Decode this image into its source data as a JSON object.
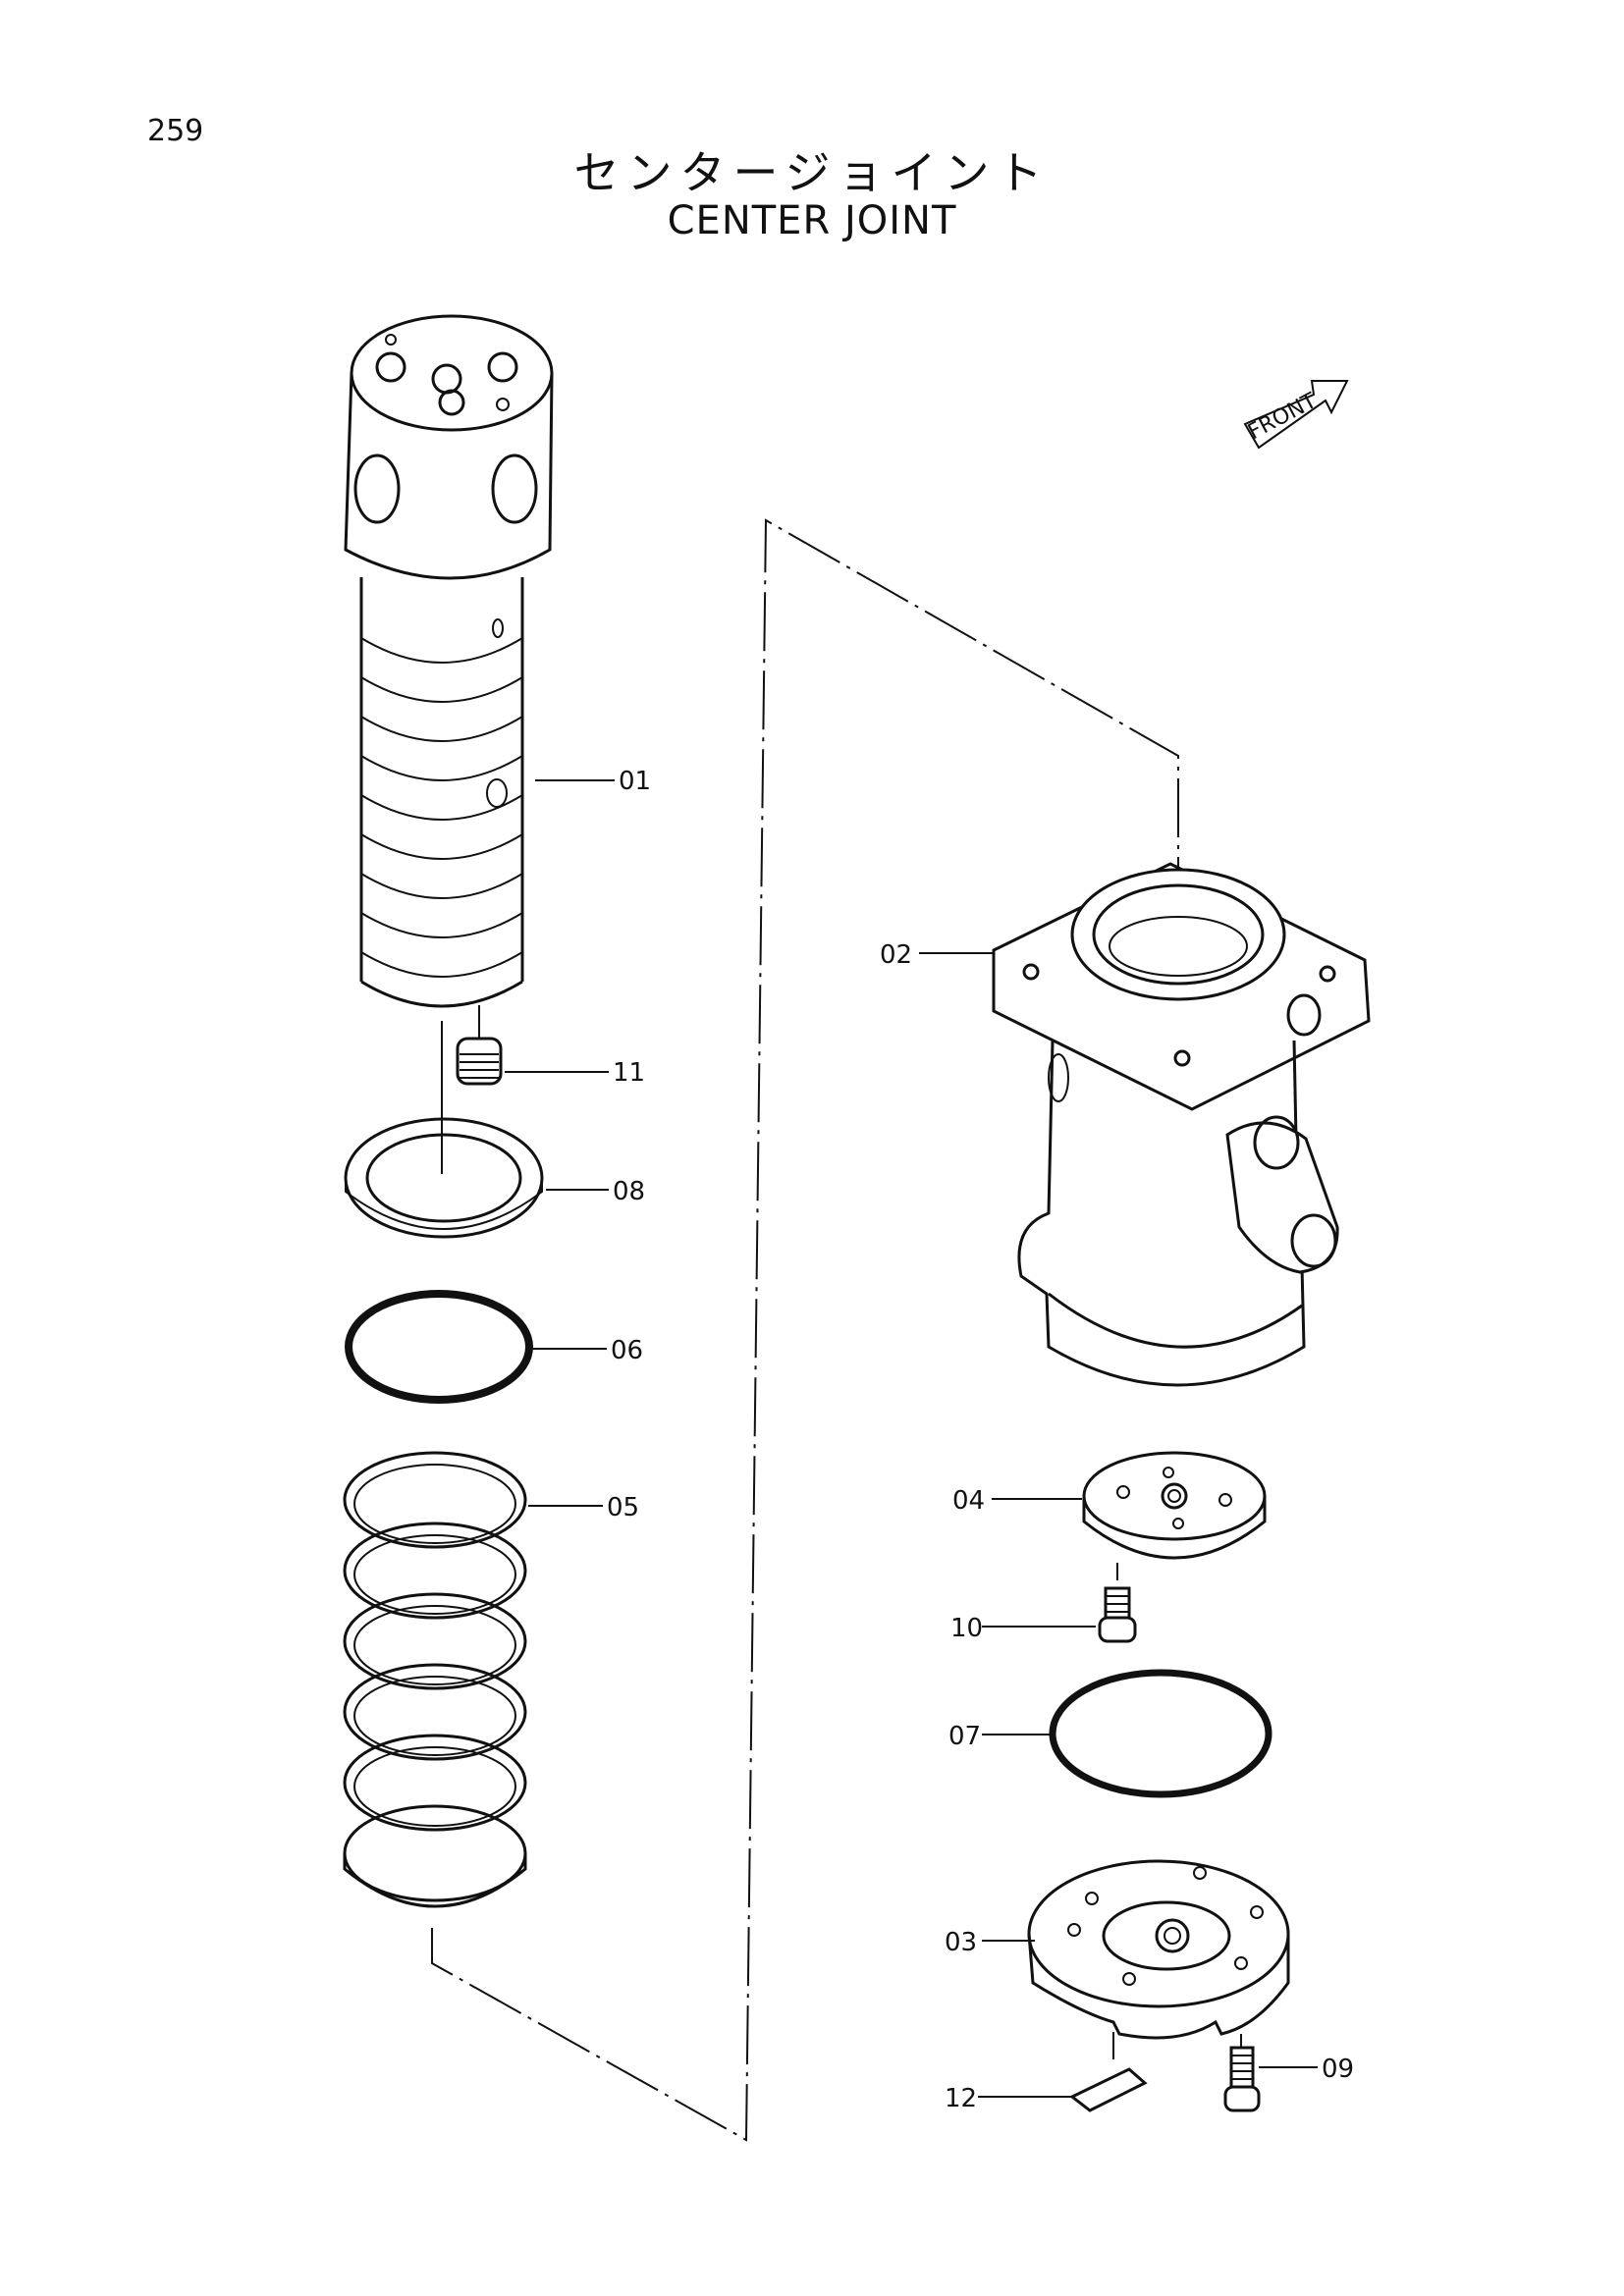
{
  "page_number": "259",
  "title_jp": "センタージョイント",
  "title_en": "CENTER JOINT",
  "front_marker": "FRONT",
  "callouts": [
    {
      "id": "01",
      "part": "spindle"
    },
    {
      "id": "02",
      "part": "body"
    },
    {
      "id": "03",
      "part": "cover"
    },
    {
      "id": "04",
      "part": "plate"
    },
    {
      "id": "05",
      "part": "seal-set"
    },
    {
      "id": "06",
      "part": "o-ring"
    },
    {
      "id": "07",
      "part": "o-ring"
    },
    {
      "id": "08",
      "part": "ring"
    },
    {
      "id": "09",
      "part": "bolt"
    },
    {
      "id": "10",
      "part": "bolt"
    },
    {
      "id": "11",
      "part": "plug"
    },
    {
      "id": "12",
      "part": "plate"
    }
  ]
}
